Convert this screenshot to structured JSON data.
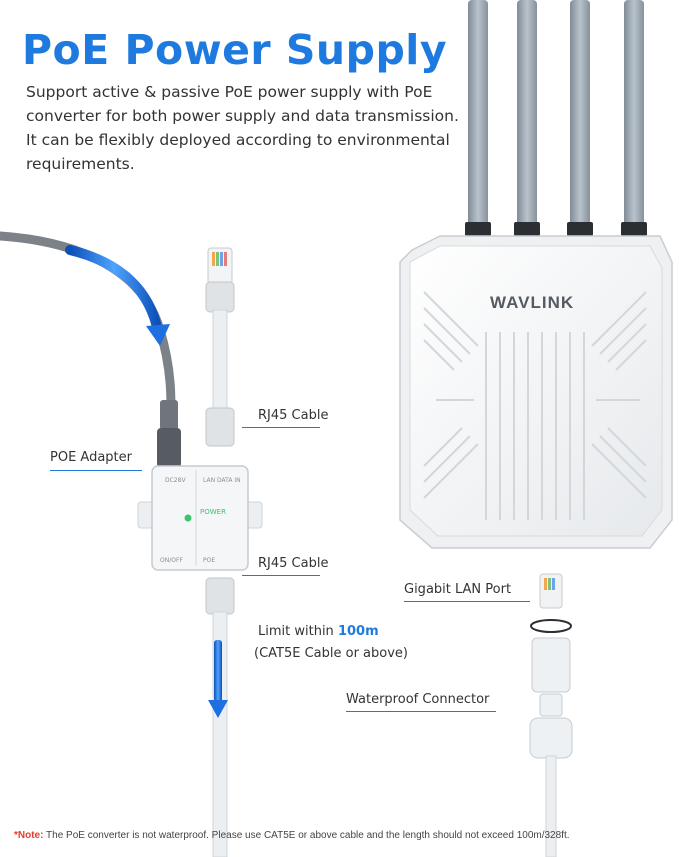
{
  "heading": {
    "title": "PoE Power Supply",
    "description": "Support active & passive PoE power supply with PoE converter for both power supply and data transmission. It can be flexibly deployed according to environmental requirements."
  },
  "labels": {
    "rj45_top": "RJ45 Cable",
    "poe_adapter": "POE Adapter",
    "rj45_bottom": "RJ45 Cable",
    "limit_prefix": "Limit within ",
    "limit_value": "100m",
    "limit_sub": "(CAT5E Cable or above)",
    "gigabit_port": "Gigabit LAN Port",
    "waterproof": "Waterproof Connector"
  },
  "device": {
    "brand": "WAVLINK"
  },
  "adapter": {
    "dc_label": "DC28V",
    "lan_label": "LAN DATA IN",
    "poe_label": "POE",
    "power_label": "POWER",
    "onoff_label": "ON/OFF"
  },
  "note": {
    "key": "*Note:",
    "text": " The PoE converter is not waterproof. Please use CAT5E or above cable and the length should not exceed 100m/328ft."
  },
  "colors": {
    "accent": "#1f7ae0",
    "note_key": "#e03c2c",
    "antenna": "#9aa6b2"
  }
}
